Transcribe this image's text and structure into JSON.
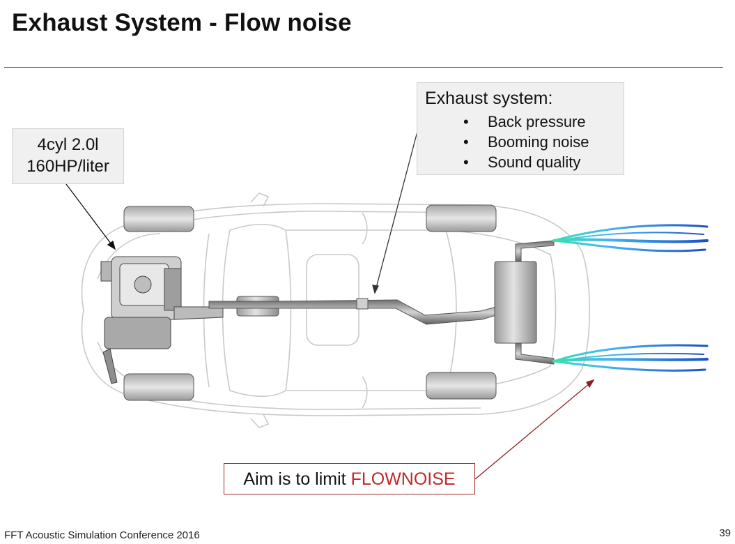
{
  "slide": {
    "title": "Exhaust System - Flow noise",
    "engine_callout": {
      "line1": "4cyl 2.0l",
      "line2": "160HP/liter"
    },
    "exhaust_callout": {
      "heading": "Exhaust system:",
      "items": [
        "Back pressure",
        "Booming noise",
        "Sound quality"
      ],
      "bullet": "•"
    },
    "aim_callout": {
      "prefix": "Aim is to limit ",
      "highlight": "FLOWNOISE"
    },
    "footer": "FFT Acoustic Simulation Conference 2016",
    "page_number": "39"
  },
  "colors": {
    "rule": "#a03030",
    "highlight": "#c0282a",
    "flow_plume": "#2a7fd8"
  },
  "illustration": {
    "subject": "car-top-view",
    "components": [
      "engine",
      "exhaust-pipe",
      "muffler",
      "tailpipe-flow"
    ]
  }
}
